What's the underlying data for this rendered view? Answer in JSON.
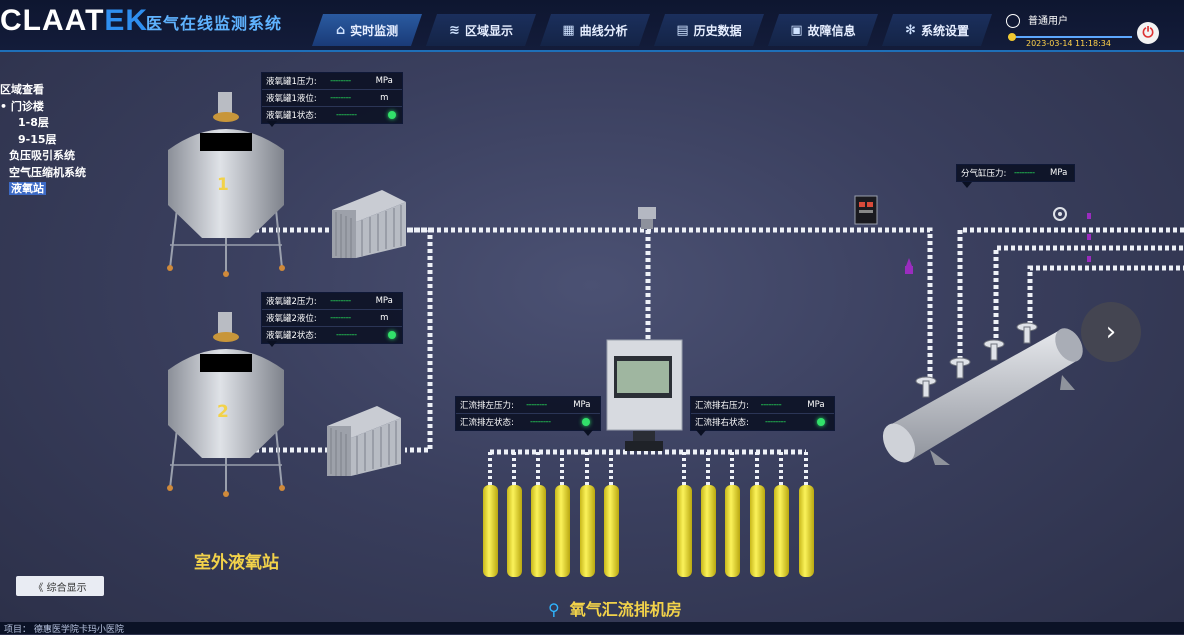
{
  "header": {
    "logo_prefix": "CLAAT",
    "logo_suffix": "EK",
    "system_title": "医气在线监测系统",
    "nav": [
      {
        "label": "实时监测",
        "icon": "home-icon",
        "glyph": "⌂",
        "active": true
      },
      {
        "label": "区域显示",
        "icon": "layers-icon",
        "glyph": "≋",
        "active": false
      },
      {
        "label": "曲线分析",
        "icon": "chart-icon",
        "glyph": "▦",
        "active": false
      },
      {
        "label": "历史数据",
        "icon": "document-icon",
        "glyph": "▤",
        "active": false
      },
      {
        "label": "故障信息",
        "icon": "warning-doc-icon",
        "glyph": "▣",
        "active": false
      },
      {
        "label": "系统设置",
        "icon": "gear-icon",
        "glyph": "✻",
        "active": false
      }
    ],
    "user_label": "普通用户",
    "datetime": "2023-03-14 11:18:34"
  },
  "sidebar": {
    "items": [
      {
        "label": "区域查看",
        "indent": 0
      },
      {
        "label": "• 门诊楼",
        "indent": 0
      },
      {
        "label": "1-8层",
        "indent": 18
      },
      {
        "label": "9-15层",
        "indent": 18
      },
      {
        "label": "负压吸引系统",
        "indent": 9
      },
      {
        "label": "空气压缩机系统",
        "indent": 9
      },
      {
        "label": "液氧站",
        "indent": 9,
        "active": true
      }
    ],
    "toggle_label": "《 综合显示"
  },
  "tanks": [
    {
      "number": "1"
    },
    {
      "number": "2"
    }
  ],
  "info": {
    "tank1": [
      {
        "k": "液氧罐1压力:",
        "v": "--------",
        "u": "MPa"
      },
      {
        "k": "液氧罐1液位:",
        "v": "--------",
        "u": "m"
      },
      {
        "k": "液氧罐1状态:",
        "v": "--------",
        "u": "",
        "led": true
      }
    ],
    "tank2": [
      {
        "k": "液氧罐2压力:",
        "v": "--------",
        "u": "MPa"
      },
      {
        "k": "液氧罐2液位:",
        "v": "--------",
        "u": "m"
      },
      {
        "k": "液氧罐2状态:",
        "v": "--------",
        "u": "",
        "led": true
      }
    ],
    "left_manifold": [
      {
        "k": "汇流排左压力:",
        "v": "--------",
        "u": "MPa"
      },
      {
        "k": "汇流排左状态:",
        "v": "--------",
        "u": "",
        "led": true
      }
    ],
    "right_manifold": [
      {
        "k": "汇流排右压力:",
        "v": "--------",
        "u": "MPa"
      },
      {
        "k": "汇流排右状态:",
        "v": "--------",
        "u": "",
        "led": true
      }
    ],
    "distributor": [
      {
        "k": "分气缸压力:",
        "v": "--------",
        "u": "MPa"
      }
    ]
  },
  "labels": {
    "outdoor_station": "室外液氧站",
    "manifold_room": "氧气汇流排机房"
  },
  "footer": "项目：  德惠医学院卡玛小医院",
  "colors": {
    "accent": "#2f8ff0",
    "value_green": "#27e05a",
    "label_yellow": "#f2d24a",
    "cylinder_yellow": "#f0e02a"
  }
}
